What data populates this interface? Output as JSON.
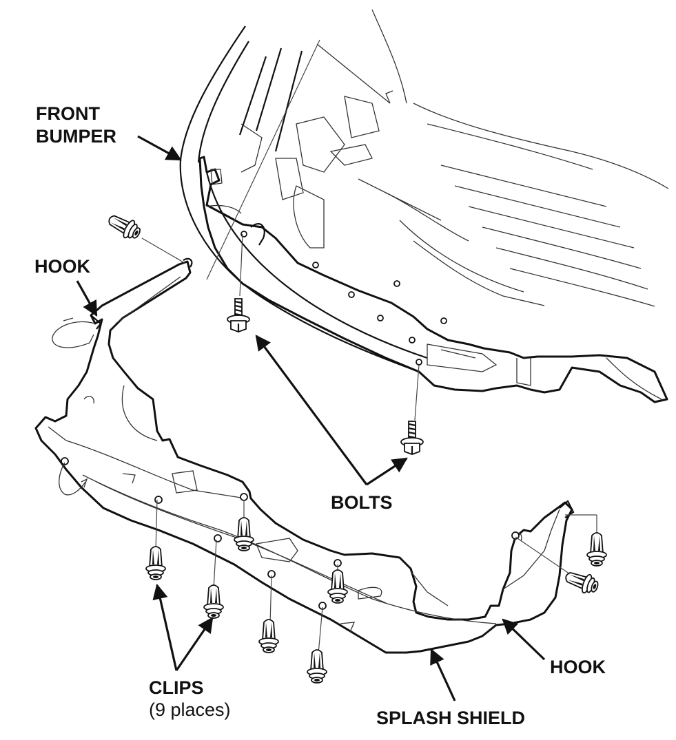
{
  "labels": {
    "front_bumper_line1": "FRONT",
    "front_bumper_line2": "BUMPER",
    "hook_left": "HOOK",
    "hook_right": "HOOK",
    "bolts": "BOLTS",
    "clips": "CLIPS",
    "clips_count": "(9 places)",
    "splash_shield": "SPLASH SHIELD"
  },
  "parts": {
    "clips": 9,
    "bolts": 2,
    "hooks": 2
  },
  "colors": {
    "ink": "#111111",
    "background": "#ffffff"
  }
}
